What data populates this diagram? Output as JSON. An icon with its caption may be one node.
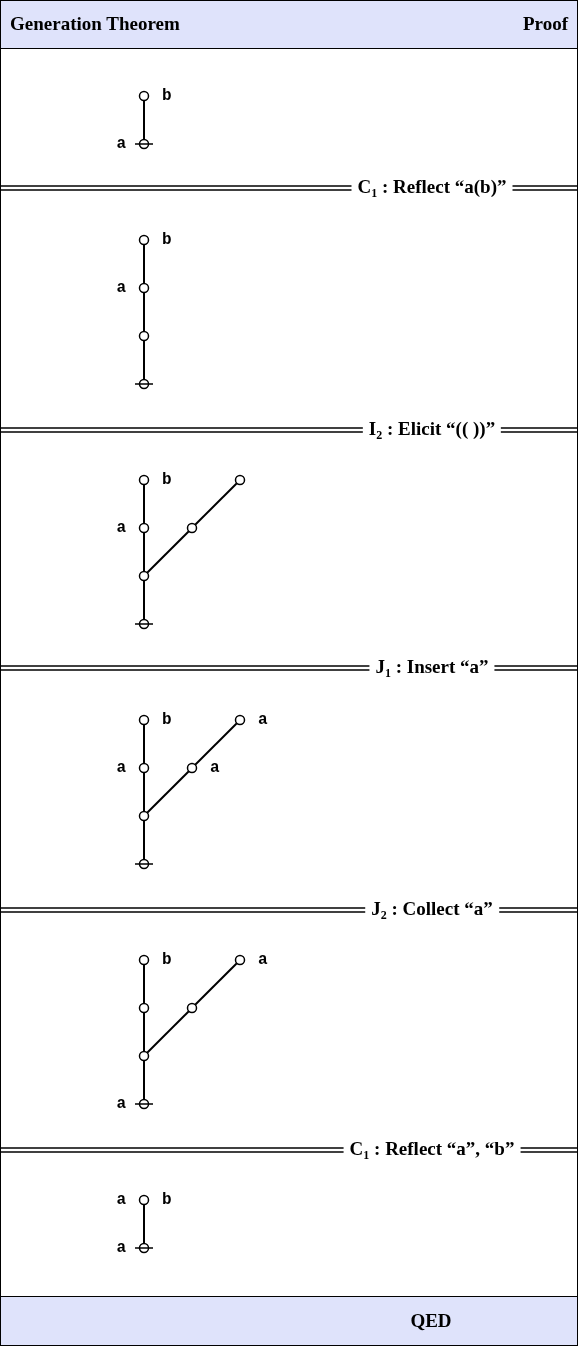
{
  "diagram": {
    "title": "Generation Theorem",
    "nodes": [
      {
        "text": [],
        "shape": "circle",
        "beside": [
          "a"
        ]
      },
      {
        "text": [],
        "shape": "circle",
        "beside": [
          "b"
        ]
      },
      {
        "text": [],
        "shape": "circle"
      },
      {
        "text": [],
        "shape": "circle"
      },
      {
        "text": [],
        "shape": "circle",
        "beside": [
          "a"
        ]
      },
      {
        "text": [],
        "shape": "circle",
        "beside": [
          "b"
        ]
      },
      {
        "text": [],
        "shape": "circle"
      },
      {
        "text": [],
        "shape": "circle"
      },
      {
        "text": [],
        "shape": "circle",
        "beside": [
          "a"
        ]
      },
      {
        "text": [],
        "shape": "circle",
        "beside": [
          "b"
        ]
      },
      {
        "text": [],
        "shape": "circle"
      },
      {
        "text": [],
        "shape": "circle"
      },
      {
        "text": [],
        "shape": "circle"
      },
      {
        "text": [],
        "shape": "circle"
      },
      {
        "text": [],
        "shape": "circle",
        "beside": [
          "a"
        ]
      },
      {
        "text": [],
        "shape": "circle",
        "beside": [
          "b"
        ]
      },
      {
        "text": [],
        "shape": "circle",
        "beside": [
          "a"
        ]
      },
      {
        "text": [],
        "shape": "circle",
        "beside": [
          "a"
        ]
      },
      {
        "text": [],
        "shape": "circle",
        "beside": [
          "a"
        ]
      },
      {
        "text": [],
        "shape": "circle"
      },
      {
        "text": [],
        "shape": "circle"
      },
      {
        "text": [],
        "shape": "circle",
        "beside": [
          "b"
        ]
      },
      {
        "text": [],
        "shape": "circle"
      },
      {
        "text": [],
        "shape": "circle",
        "beside": [
          "a"
        ]
      },
      {
        "text": [],
        "shape": "circle",
        "beside": [
          "a"
        ]
      },
      {
        "text": [],
        "shape": "circle",
        "beside": [
          "a",
          "b"
        ]
      }
    ],
    "edges": [
      {
        "from": 0,
        "to": 1,
        "arrow": "none"
      },
      {
        "from": 2,
        "to": 3,
        "arrow": "none"
      },
      {
        "from": 3,
        "to": 4,
        "arrow": "none"
      },
      {
        "from": 4,
        "to": 5,
        "arrow": "none"
      },
      {
        "from": 6,
        "to": 7,
        "arrow": "none"
      },
      {
        "from": 7,
        "to": 8,
        "arrow": "none"
      },
      {
        "from": 8,
        "to": 9,
        "arrow": "none"
      },
      {
        "from": 7,
        "to": 10,
        "arrow": "none"
      },
      {
        "from": 10,
        "to": 11,
        "arrow": "none"
      },
      {
        "from": 12,
        "to": 13,
        "arrow": "none"
      },
      {
        "from": 13,
        "to": 14,
        "arrow": "none"
      },
      {
        "from": 14,
        "to": 15,
        "arrow": "none"
      },
      {
        "from": 13,
        "to": 16,
        "arrow": "none"
      },
      {
        "from": 16,
        "to": 17,
        "arrow": "none"
      },
      {
        "from": 18,
        "to": 19,
        "arrow": "none"
      },
      {
        "from": 19,
        "to": 20,
        "arrow": "none"
      },
      {
        "from": 20,
        "to": 21,
        "arrow": "none"
      },
      {
        "from": 19,
        "to": 22,
        "arrow": "none"
      },
      {
        "from": 22,
        "to": 23,
        "arrow": "none"
      },
      {
        "from": 24,
        "to": 25,
        "arrow": "none"
      }
    ],
    "labels": [
      "Proof",
      "C$_{1}$ : Reflect “a(b)”",
      "I$_{2}$ : Elicit “(( ))”",
      "J$_{1}$ : Insert “a”",
      "J$_{2}$ : Collect “a”",
      "C$_{1}$ : Reflect “a”, “b”",
      "QED"
    ]
  }
}
